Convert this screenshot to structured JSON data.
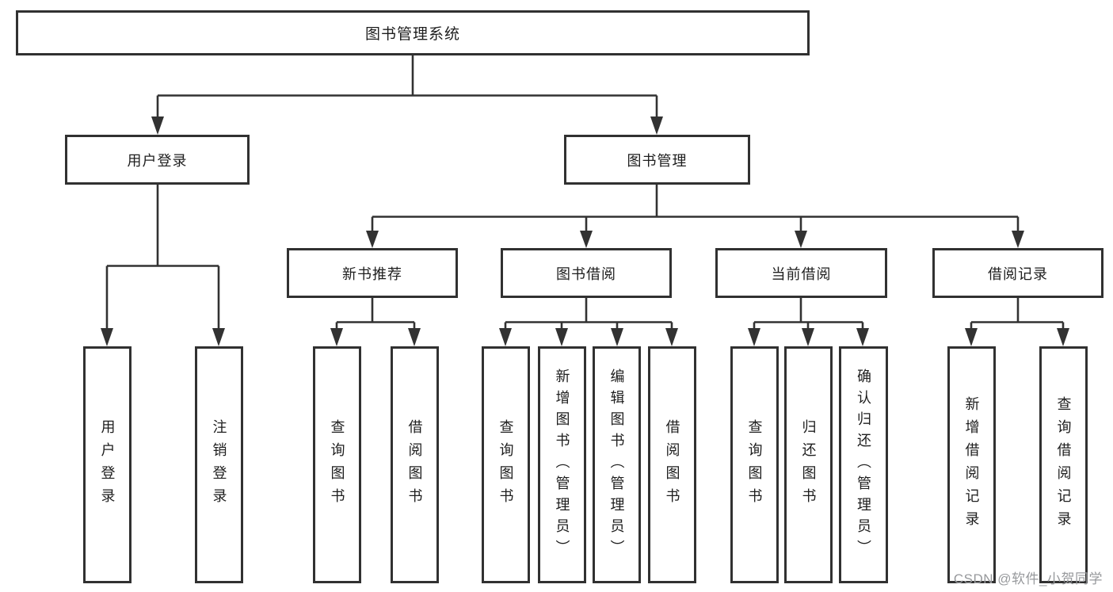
{
  "diagram": {
    "root_label": "图书管理系统",
    "user_login": {
      "label": "用户登录",
      "children": [
        "用户登录",
        "注销登录"
      ]
    },
    "book_management": {
      "label": "图书管理"
    },
    "new_book_recommend": {
      "label": "新书推荐",
      "children": [
        "查询图书",
        "借阅图书"
      ]
    },
    "book_borrowing": {
      "label": "图书借阅",
      "children": [
        "查询图书",
        "新增图书（管理员）",
        "编辑图书（管理员）",
        "借阅图书"
      ]
    },
    "current_borrowing": {
      "label": "当前借阅",
      "children": [
        "查询图书",
        "归还图书",
        "确认归还（管理员）"
      ]
    },
    "borrowing_records": {
      "label": "借阅记录",
      "children": [
        "新增借阅记录",
        "查询借阅记录"
      ]
    }
  },
  "watermark": {
    "text": "CSDN @软件_小贺同学"
  },
  "colors": {
    "line": "#323232",
    "box_border": "#313131",
    "background": "#ffffff",
    "watermark_gray": "#97999c"
  }
}
